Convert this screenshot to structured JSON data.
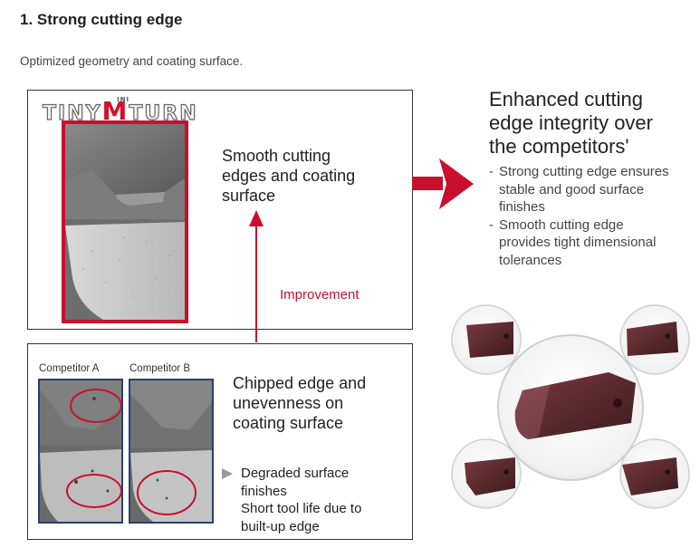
{
  "heading": "1. Strong cutting edge",
  "subheading": "Optimized geometry and coating surface.",
  "logo": {
    "part1": "TINY",
    "part2": "M",
    "part3": "TURN",
    "mini": "INI"
  },
  "top_box": {
    "caption": [
      "Smooth cutting",
      "edges and coating",
      "surface"
    ],
    "improvement_label": "Improvement"
  },
  "bottom_box": {
    "competitor_a": "Competitor A",
    "competitor_b": "Competitor B",
    "caption": [
      "Chipped edge and",
      "unevenness on",
      "coating surface"
    ],
    "issues": [
      "Degraded surface",
      "finishes",
      "Short tool life due to",
      "built-up edge"
    ]
  },
  "right": {
    "headline": [
      "Enhanced cutting",
      "edge integrity over",
      "the competitors'"
    ],
    "bullets": [
      {
        "dash": "-",
        "lines": [
          "Strong cutting edge ensures",
          "stable and good surface",
          "finishes"
        ]
      },
      {
        "dash": "-",
        "lines": [
          "Smooth cutting edge",
          "provides tight dimensional",
          "tolerances"
        ]
      }
    ]
  },
  "colors": {
    "accent_red": "#c8102e",
    "frame_blue": "#2d3e6e",
    "tool_maroon": "#5a2a2e"
  }
}
